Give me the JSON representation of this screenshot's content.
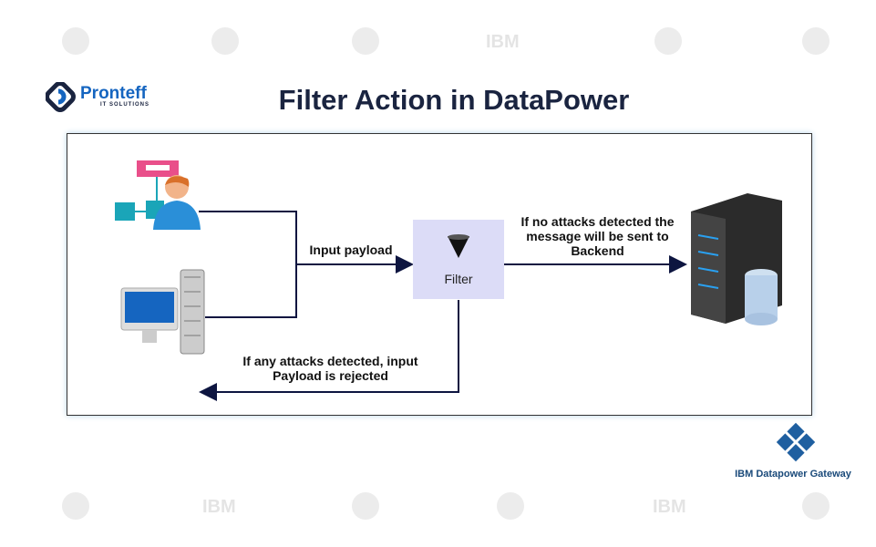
{
  "title": "Filter Action in DataPower",
  "brand": {
    "name": "Pronteff",
    "tagline": "IT SOLUTIONS"
  },
  "watermark": "IBM",
  "diagram": {
    "input_label": "Input payload",
    "filter_label": "Filter",
    "success_label": "If no attacks detected the message will be sent to Backend",
    "reject_label": "If any attacks detected, input Payload is rejected"
  },
  "footer_logo": "IBM Datapower Gateway"
}
